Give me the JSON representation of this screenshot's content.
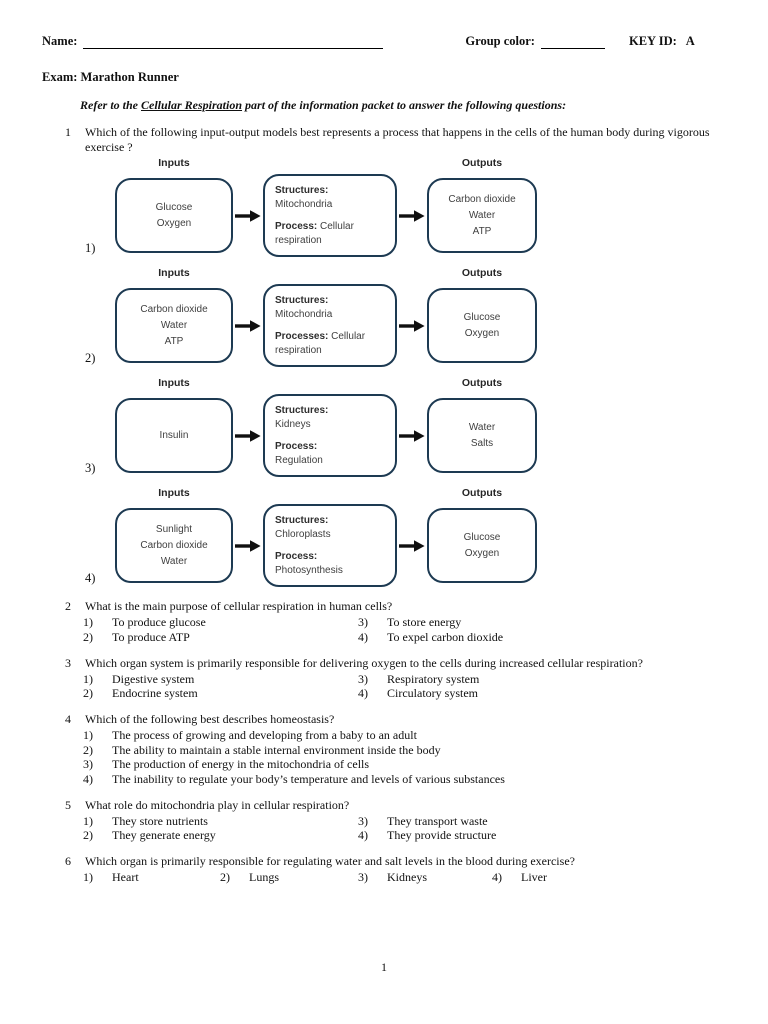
{
  "header": {
    "name_label": "Name:",
    "group_color_label": "Group color:",
    "key_id_label": "KEY ID:",
    "key_id_value": "A"
  },
  "exam": {
    "title": "Exam: Marathon Runner",
    "instruction_prefix": "Refer to the ",
    "instruction_emphasis": "Cellular Respiration",
    "instruction_suffix": " part of the information packet to answer the following questions:"
  },
  "q1": {
    "number": "1",
    "text": "Which of the following input-output models best represents a process that happens in the cells of the human body during vigorous exercise ?",
    "inputs_label": "Inputs",
    "outputs_label": "Outputs",
    "diagram_options": [
      {
        "label": "1)",
        "inputs": [
          "Glucose",
          "Oxygen"
        ],
        "structures_label": "Structures:",
        "structures_value": "Mitochondria",
        "process_label": "Process:",
        "process_value": "Cellular respiration",
        "process_stacked": false,
        "outputs": [
          "Carbon dioxide",
          "Water",
          "ATP"
        ]
      },
      {
        "label": "2)",
        "inputs": [
          "Carbon dioxide",
          "Water",
          "ATP"
        ],
        "structures_label": "Structures:",
        "structures_value": "Mitochondria",
        "process_label": "Processes:",
        "process_value": "Cellular respiration",
        "process_stacked": false,
        "outputs": [
          "Glucose",
          "Oxygen"
        ]
      },
      {
        "label": "3)",
        "inputs": [
          "Insulin"
        ],
        "structures_label": "Structures:",
        "structures_value": "Kidneys",
        "process_label": "Process:",
        "process_value": "Regulation",
        "process_stacked": true,
        "outputs": [
          "Water",
          "Salts"
        ]
      },
      {
        "label": "4)",
        "inputs": [
          "Sunlight",
          "Carbon dioxide",
          "Water"
        ],
        "structures_label": "Structures:",
        "structures_value": "Chloroplasts",
        "process_label": "Process:",
        "process_value": "Photosynthesis",
        "process_stacked": true,
        "outputs": [
          "Glucose",
          "Oxygen"
        ]
      }
    ]
  },
  "questions": [
    {
      "number": "2",
      "text": "What is the main purpose of cellular respiration in human cells?",
      "layout": "two-col",
      "options": [
        {
          "num": "1)",
          "text": "To produce glucose"
        },
        {
          "num": "2)",
          "text": "To produce ATP"
        },
        {
          "num": "3)",
          "text": "To store energy"
        },
        {
          "num": "4)",
          "text": "To expel carbon dioxide"
        }
      ]
    },
    {
      "number": "3",
      "text": "Which organ system is primarily responsible for delivering oxygen to the cells during increased cellular respiration?",
      "layout": "two-col",
      "options": [
        {
          "num": "1)",
          "text": "Digestive system"
        },
        {
          "num": "2)",
          "text": "Endocrine system"
        },
        {
          "num": "3)",
          "text": "Respiratory system"
        },
        {
          "num": "4)",
          "text": "Circulatory system"
        }
      ]
    },
    {
      "number": "4",
      "text": "Which of the following best describes homeostasis?",
      "layout": "list",
      "options": [
        {
          "num": "1)",
          "text": "The process of growing and developing from a baby to an adult"
        },
        {
          "num": "2)",
          "text": "The ability to maintain a stable internal environment inside the body"
        },
        {
          "num": "3)",
          "text": "The production of energy in the mitochondria of cells"
        },
        {
          "num": "4)",
          "text": "The inability to regulate your body’s temperature and levels of various substances"
        }
      ]
    },
    {
      "number": "5",
      "text": "What role do mitochondria play in cellular respiration?",
      "layout": "two-col",
      "options": [
        {
          "num": "1)",
          "text": "They store nutrients"
        },
        {
          "num": "2)",
          "text": "They generate energy"
        },
        {
          "num": "3)",
          "text": "They transport waste"
        },
        {
          "num": "4)",
          "text": "They provide structure"
        }
      ]
    },
    {
      "number": "6",
      "text": "Which organ is primarily responsible for regulating water and salt levels in the blood during exercise?",
      "layout": "row",
      "options": [
        {
          "num": "1)",
          "text": "Heart"
        },
        {
          "num": "2)",
          "text": "Lungs"
        },
        {
          "num": "3)",
          "text": "Kidneys"
        },
        {
          "num": "4)",
          "text": "Liver"
        }
      ]
    }
  ],
  "footer": {
    "page_number": "1"
  },
  "colors": {
    "box_border": "#1d3a52",
    "diagram_text": "#3f3f3f"
  }
}
